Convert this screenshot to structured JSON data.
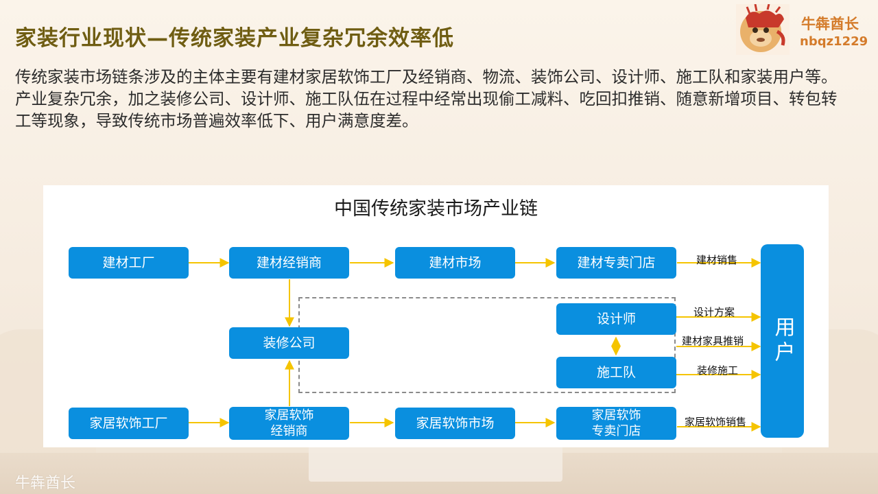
{
  "header": {
    "title": "家装行业现状—传统家装产业复杂冗余效率低",
    "intro": "传统家装市场链条涉及的主体主要有建材家居软饰工厂及经销商、物流、装饰公司、设计师、施工队和家装用户等。产业复杂冗余，加之装修公司、设计师、施工队伍在过程中经常出现偷工减料、吃回扣推销、随意新增项目、转包转工等现象，导致传统市场普遍效率低下、用户满意度差。"
  },
  "brand": {
    "name": "牛犇酋长",
    "id": "nbqz1229",
    "watermark": "牛犇酋长"
  },
  "diagram": {
    "title": "中国传统家装市场产业链",
    "nodes": {
      "factory": "建材工厂",
      "dealer": "建材经销商",
      "market": "建材市场",
      "store": "建材专卖门店",
      "decor_company": "装修公司",
      "designer": "设计师",
      "construction_team": "施工队",
      "soft_factory": "家居软饰工厂",
      "soft_dealer_1": "家居软饰",
      "soft_dealer_2": "经销商",
      "soft_market": "家居软饰市场",
      "soft_store_1": "家居软饰",
      "soft_store_2": "专卖门店",
      "user": "用户"
    },
    "edge_labels": {
      "materials_sales": "建材销售",
      "design_plan": "设计方案",
      "materials_furniture_promo": "建材家具推销",
      "decoration_construction": "装修施工",
      "soft_sales": "家居软饰销售"
    },
    "colors": {
      "node": "#0a8fdf",
      "arrow": "#f5c400",
      "title": "#6f5d12",
      "brand": "#d47b2a"
    }
  }
}
